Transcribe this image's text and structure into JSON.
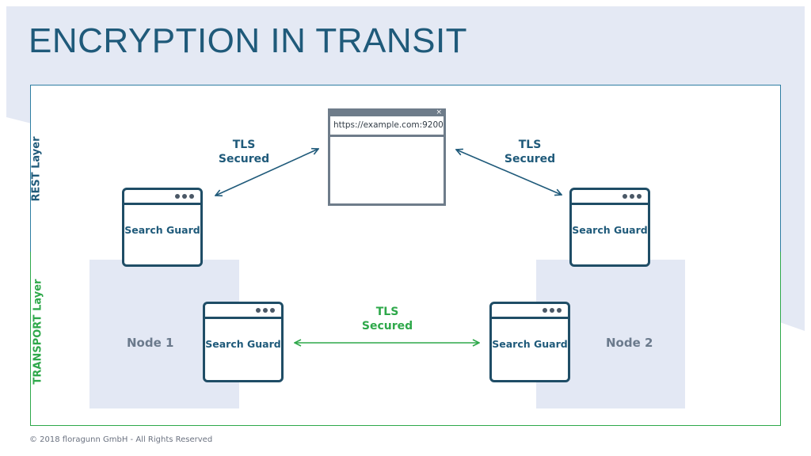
{
  "title": "ENCRYPTION IN TRANSIT",
  "layers": {
    "rest": "REST Layer",
    "transport": "TRANSPORT Layer"
  },
  "nodes": {
    "node1": "Node 1",
    "node2": "Node 2"
  },
  "browser": {
    "url": "https://example.com:9200",
    "close": "×"
  },
  "search_guard": {
    "rest_left": "Search Guard",
    "rest_right": "Search Guard",
    "transport_left": "Search Guard",
    "transport_right": "Search Guard"
  },
  "tls": {
    "left_line1": "TLS",
    "left_line2": "Secured",
    "right_line1": "TLS",
    "right_line2": "Secured",
    "mid_line1": "TLS",
    "mid_line2": "Secured"
  },
  "footer": "© 2018 floragunn GmbH - All Rights Reserved",
  "colors": {
    "rest": "#1f5a7a",
    "transport": "#2ea84a",
    "node_bg": "#e3e8f4",
    "header_bg": "#e4e9f4"
  }
}
